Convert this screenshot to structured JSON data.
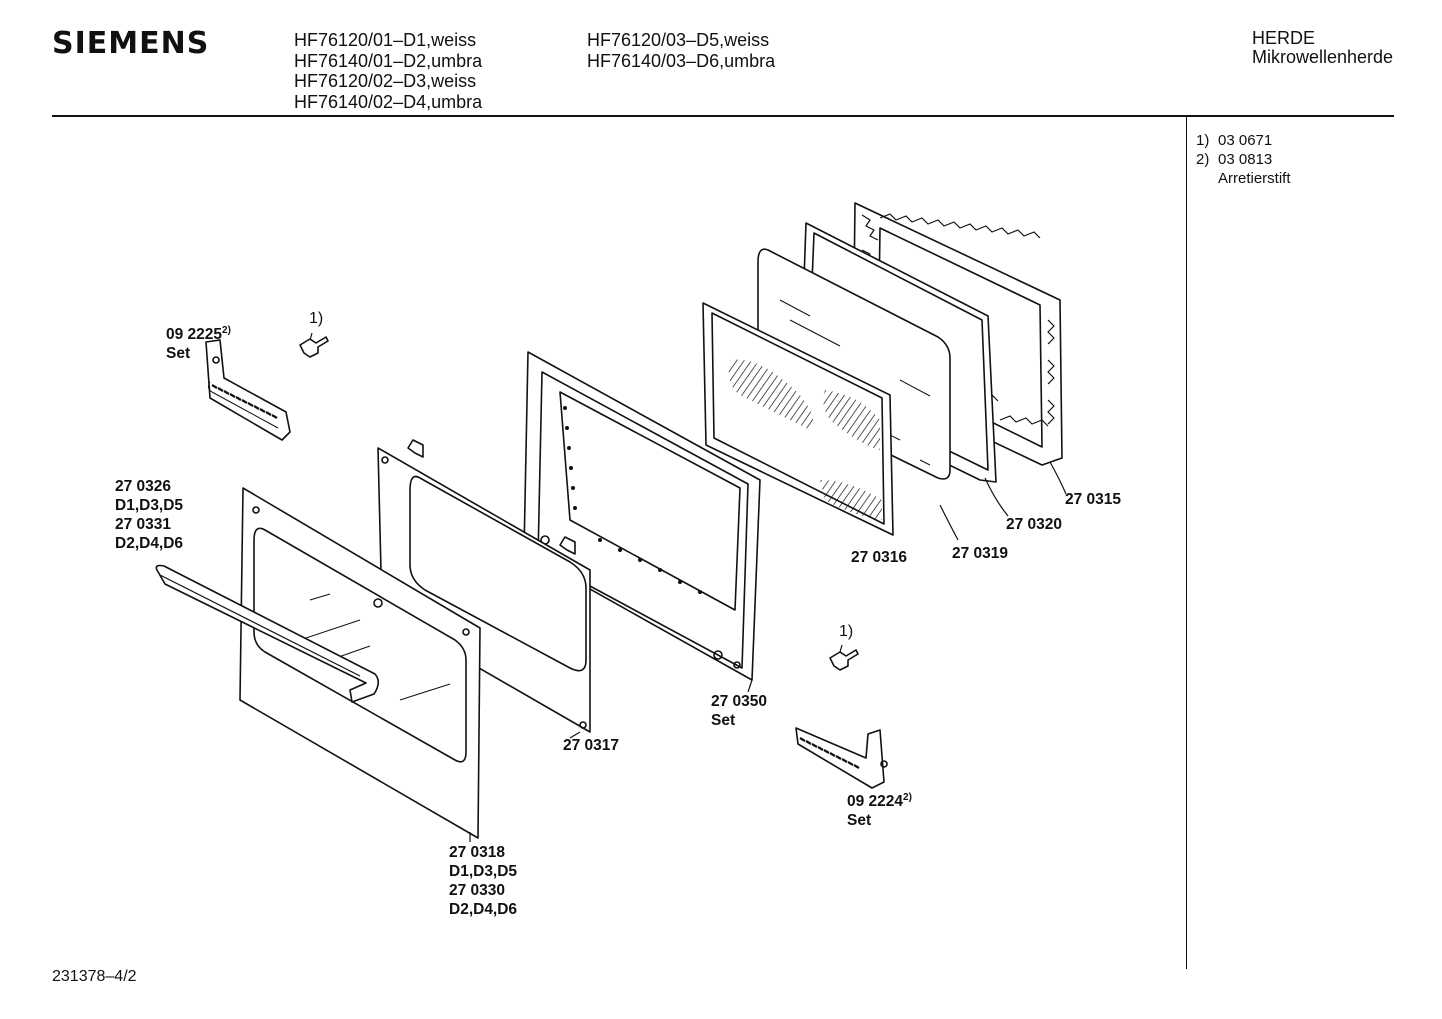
{
  "brand": "SIEMENS",
  "models_col1": [
    "HF76120/01–D1,weiss",
    "HF76140/01–D2,umbra",
    "HF76120/02–D3,weiss",
    "HF76140/02–D4,umbra"
  ],
  "models_col2": [
    "HF76120/03–D5,weiss",
    "HF76140/03–D6,umbra"
  ],
  "category": [
    "HERDE",
    "Mikrowellenherde"
  ],
  "notes": [
    {
      "marker": "1)",
      "code": "03 0671",
      "text": ""
    },
    {
      "marker": "2)",
      "code": "03 0813",
      "text": "Arretierstift"
    }
  ],
  "doc_number": "231378–4/2",
  "labels": {
    "hinge_left": {
      "part": "09 2225",
      "sup": "2)",
      "sub": "Set"
    },
    "hinge_right": {
      "part": "09 2224",
      "sup": "2)",
      "sub": "Set"
    },
    "pin_top_ref": "1)",
    "pin_bottom_ref": "1)",
    "p270326": [
      "27 0326",
      "D1,D3,D5",
      "27 0331",
      "D2,D4,D6"
    ],
    "p270318": [
      "27 0318",
      "D1,D3,D5",
      "27 0330",
      "D2,D4,D6"
    ],
    "p270317": "27 0317",
    "p270350": [
      "27 0350",
      "Set"
    ],
    "p270316": "27 0316",
    "p270319": "27 0319",
    "p270320": "27 0320",
    "p270315": "27 0315"
  }
}
